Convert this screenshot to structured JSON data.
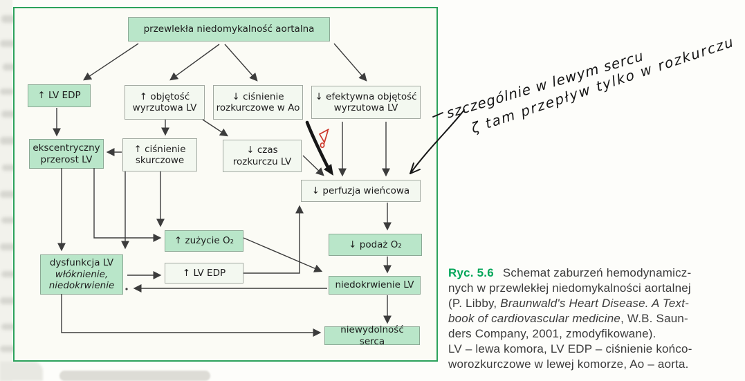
{
  "flowchart": {
    "boxes": {
      "root": {
        "lines": [
          {
            "t": "przewlekła niedomykalność aortalna"
          }
        ]
      },
      "lv_edp_top": {
        "lines": [
          {
            "t": "↑ LV EDP"
          }
        ]
      },
      "stroke_volume": {
        "lines": [
          {
            "t": "↑ objętość"
          },
          {
            "t": "wyrzutowa LV"
          }
        ]
      },
      "ao_diast_press": {
        "lines": [
          {
            "t": "↓ ciśnienie"
          },
          {
            "t": "rozkurczowe w Ao"
          }
        ]
      },
      "effective_sv": {
        "lines": [
          {
            "t": "↓ efektywna objętość"
          },
          {
            "t": "wyrzutowa LV"
          }
        ]
      },
      "eccentric": {
        "lines": [
          {
            "t": "ekscentryczny"
          },
          {
            "t": "przerost LV"
          }
        ]
      },
      "systolic_press": {
        "lines": [
          {
            "t": "↑ ciśnienie"
          },
          {
            "t": "skurczowe"
          }
        ]
      },
      "diastolic_time": {
        "lines": [
          {
            "t": "↓ czas"
          },
          {
            "t": "rozkurczu LV"
          }
        ]
      },
      "perfusion": {
        "lines": [
          {
            "t": "↓ perfuzja wieńcowa"
          }
        ]
      },
      "o2_consumption": {
        "lines": [
          {
            "t": "↑ zużycie O₂"
          }
        ]
      },
      "dysfunction": {
        "lines": [
          {
            "t": "dysfunkcja LV"
          },
          {
            "t": "włóknienie,",
            "i": true
          },
          {
            "t": "niedokrwienie",
            "i": true
          }
        ]
      },
      "lv_edp_mid": {
        "lines": [
          {
            "t": "↑ LV EDP"
          }
        ]
      },
      "o2_supply": {
        "lines": [
          {
            "t": "↓ podaż O₂"
          }
        ]
      },
      "ischemia": {
        "lines": [
          {
            "t": "niedokrwienie LV"
          }
        ]
      },
      "heart_failure": {
        "lines": [
          {
            "t": "niewydolność serca"
          }
        ]
      }
    },
    "edges": [
      {
        "from": "root",
        "to": "lv_edp_top"
      },
      {
        "from": "root",
        "to": "stroke_volume"
      },
      {
        "from": "root",
        "to": "ao_diast_press"
      },
      {
        "from": "root",
        "to": "effective_sv"
      },
      {
        "from": "lv_edp_top",
        "to": "eccentric"
      },
      {
        "from": "stroke_volume",
        "to": "systolic_press"
      },
      {
        "from": "stroke_volume",
        "to": "diastolic_time"
      },
      {
        "from": "systolic_press",
        "to": "eccentric"
      },
      {
        "from": "systolic_press",
        "to": "dysfunction"
      },
      {
        "from": "systolic_press",
        "to": "o2_consumption"
      },
      {
        "from": "eccentric",
        "to": "dysfunction"
      },
      {
        "from": "eccentric",
        "to": "o2_consumption"
      },
      {
        "from": "diastolic_time",
        "to": "perfusion"
      },
      {
        "from": "effective_sv",
        "to": "perfusion"
      },
      {
        "from": "perfusion",
        "to": "o2_supply"
      },
      {
        "from": "o2_supply",
        "to": "ischemia"
      },
      {
        "from": "o2_consumption",
        "to": "ischemia"
      },
      {
        "from": "ischemia",
        "to": "dysfunction"
      },
      {
        "from": "dysfunction",
        "to": "lv_edp_mid"
      },
      {
        "from": "lv_edp_mid",
        "to": "perfusion"
      },
      {
        "from": "ischemia",
        "to": "heart_failure"
      },
      {
        "from": "dysfunction",
        "to": "heart_failure"
      }
    ],
    "colors": {
      "frame_green": "#2ca25c",
      "node_green_fill": "#b9e6c9",
      "node_light_fill": "#f3f8f0",
      "arrow": "#3c3c3c",
      "red_pen": "#cd372b",
      "black_pen": "#171717"
    }
  },
  "caption": {
    "label": "Ryc. 5.6",
    "lines": [
      [
        {
          "t": "Schemat zaburzeń hemodynamicz-"
        }
      ],
      [
        {
          "t": "nych w przewlekłej niedomykalności aortalnej"
        }
      ],
      [
        {
          "t": "(P. Libby, "
        },
        {
          "t": "Braunwald's Heart Disease. A Text-",
          "i": true
        }
      ],
      [
        {
          "t": "book of cardiovascular medicine",
          "i": true
        },
        {
          "t": ", W.B. Saun-"
        }
      ],
      [
        {
          "t": "ders Company, 2001, zmodyfikowane)."
        }
      ],
      [
        {
          "t": "LV – lewa komora, LV EDP – ciśnienie końco-"
        }
      ],
      [
        {
          "t": "worozkurczowe w lewej komorze, Ao – aorta."
        }
      ]
    ]
  },
  "handwriting": {
    "line1": "szczególnie w lewym sercu",
    "line2": "ζ tam przepływ tylko w rozkurczu"
  }
}
